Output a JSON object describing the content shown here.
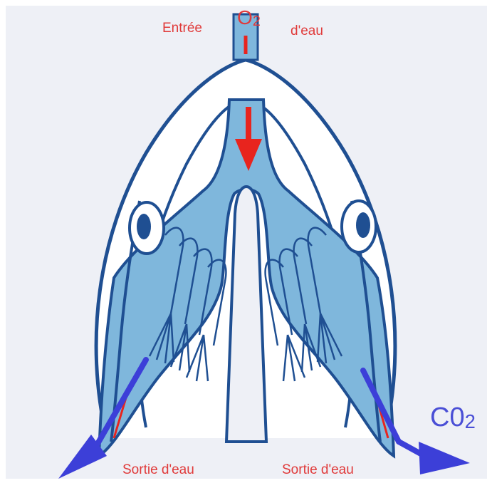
{
  "labels": {
    "water_in_left": "Entrée",
    "water_in_right": "d'eau",
    "o2_main": "O",
    "o2_sub": "2",
    "co2_main": "C0",
    "co2_sub": "2",
    "water_out_left": "Sortie d'eau",
    "water_out_right": "Sortie d'eau"
  },
  "colors": {
    "background": "#eef0f6",
    "outline": "#1f4f92",
    "water": "#7fb7dc",
    "red_arrow": "#e8241e",
    "blue_arrow": "#3c3fd8",
    "label_red": "#e03a3a",
    "label_blue": "#4a4fd6"
  }
}
